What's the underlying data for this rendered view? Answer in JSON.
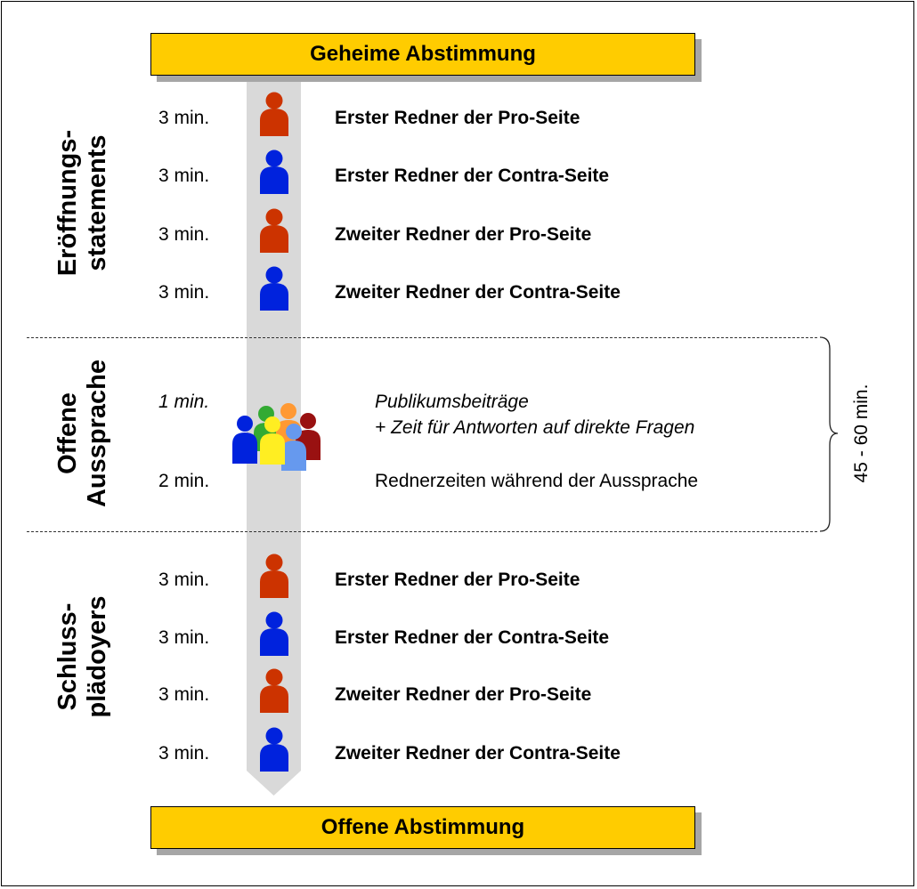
{
  "votes": {
    "start": "Geheime Abstimmung",
    "end": "Offene Abstimmung"
  },
  "phases": {
    "opening": {
      "line1": "Eröffnungs-",
      "line2": "statements"
    },
    "debate": {
      "line1": "Offene",
      "line2": "Aussprache"
    },
    "closing": {
      "line1": "Schluss-",
      "line2": "plädoyers"
    }
  },
  "opening_rows": [
    {
      "time": "3 min.",
      "speaker": "Erster Redner der Pro-Seite",
      "side": "pro"
    },
    {
      "time": "3 min.",
      "speaker": "Erster Redner der Contra-Seite",
      "side": "contra"
    },
    {
      "time": "3 min.",
      "speaker": "Zweiter Redner der Pro-Seite",
      "side": "pro"
    },
    {
      "time": "3 min.",
      "speaker": "Zweiter Redner der Contra-Seite",
      "side": "contra"
    }
  ],
  "debate": {
    "audience_time": "1 min.",
    "audience_line1": "Publikumsbeiträge",
    "audience_line2": "+ Zeit für Antworten auf direkte Fragen",
    "speaker_time": "2 min.",
    "speaker_text": "Rednerzeiten während der Aussprache",
    "total": "45 - 60 min."
  },
  "closing_rows": [
    {
      "time": "3 min.",
      "speaker": "Erster Redner der Pro-Seite",
      "side": "pro"
    },
    {
      "time": "3 min.",
      "speaker": "Erster Redner der Contra-Seite",
      "side": "contra"
    },
    {
      "time": "3 min.",
      "speaker": "Zweiter Redner der Pro-Seite",
      "side": "pro"
    },
    {
      "time": "3 min.",
      "speaker": "Zweiter Redner der Contra-Seite",
      "side": "contra"
    }
  ],
  "colors": {
    "vote_box": "#ffcc00",
    "pro_speaker": "#cc3300",
    "contra_speaker": "#0022dd",
    "flow_band": "#d9d9d9"
  },
  "icons": {
    "pro": "person-icon-red",
    "contra": "person-icon-blue",
    "audience": "audience-group-icon"
  }
}
